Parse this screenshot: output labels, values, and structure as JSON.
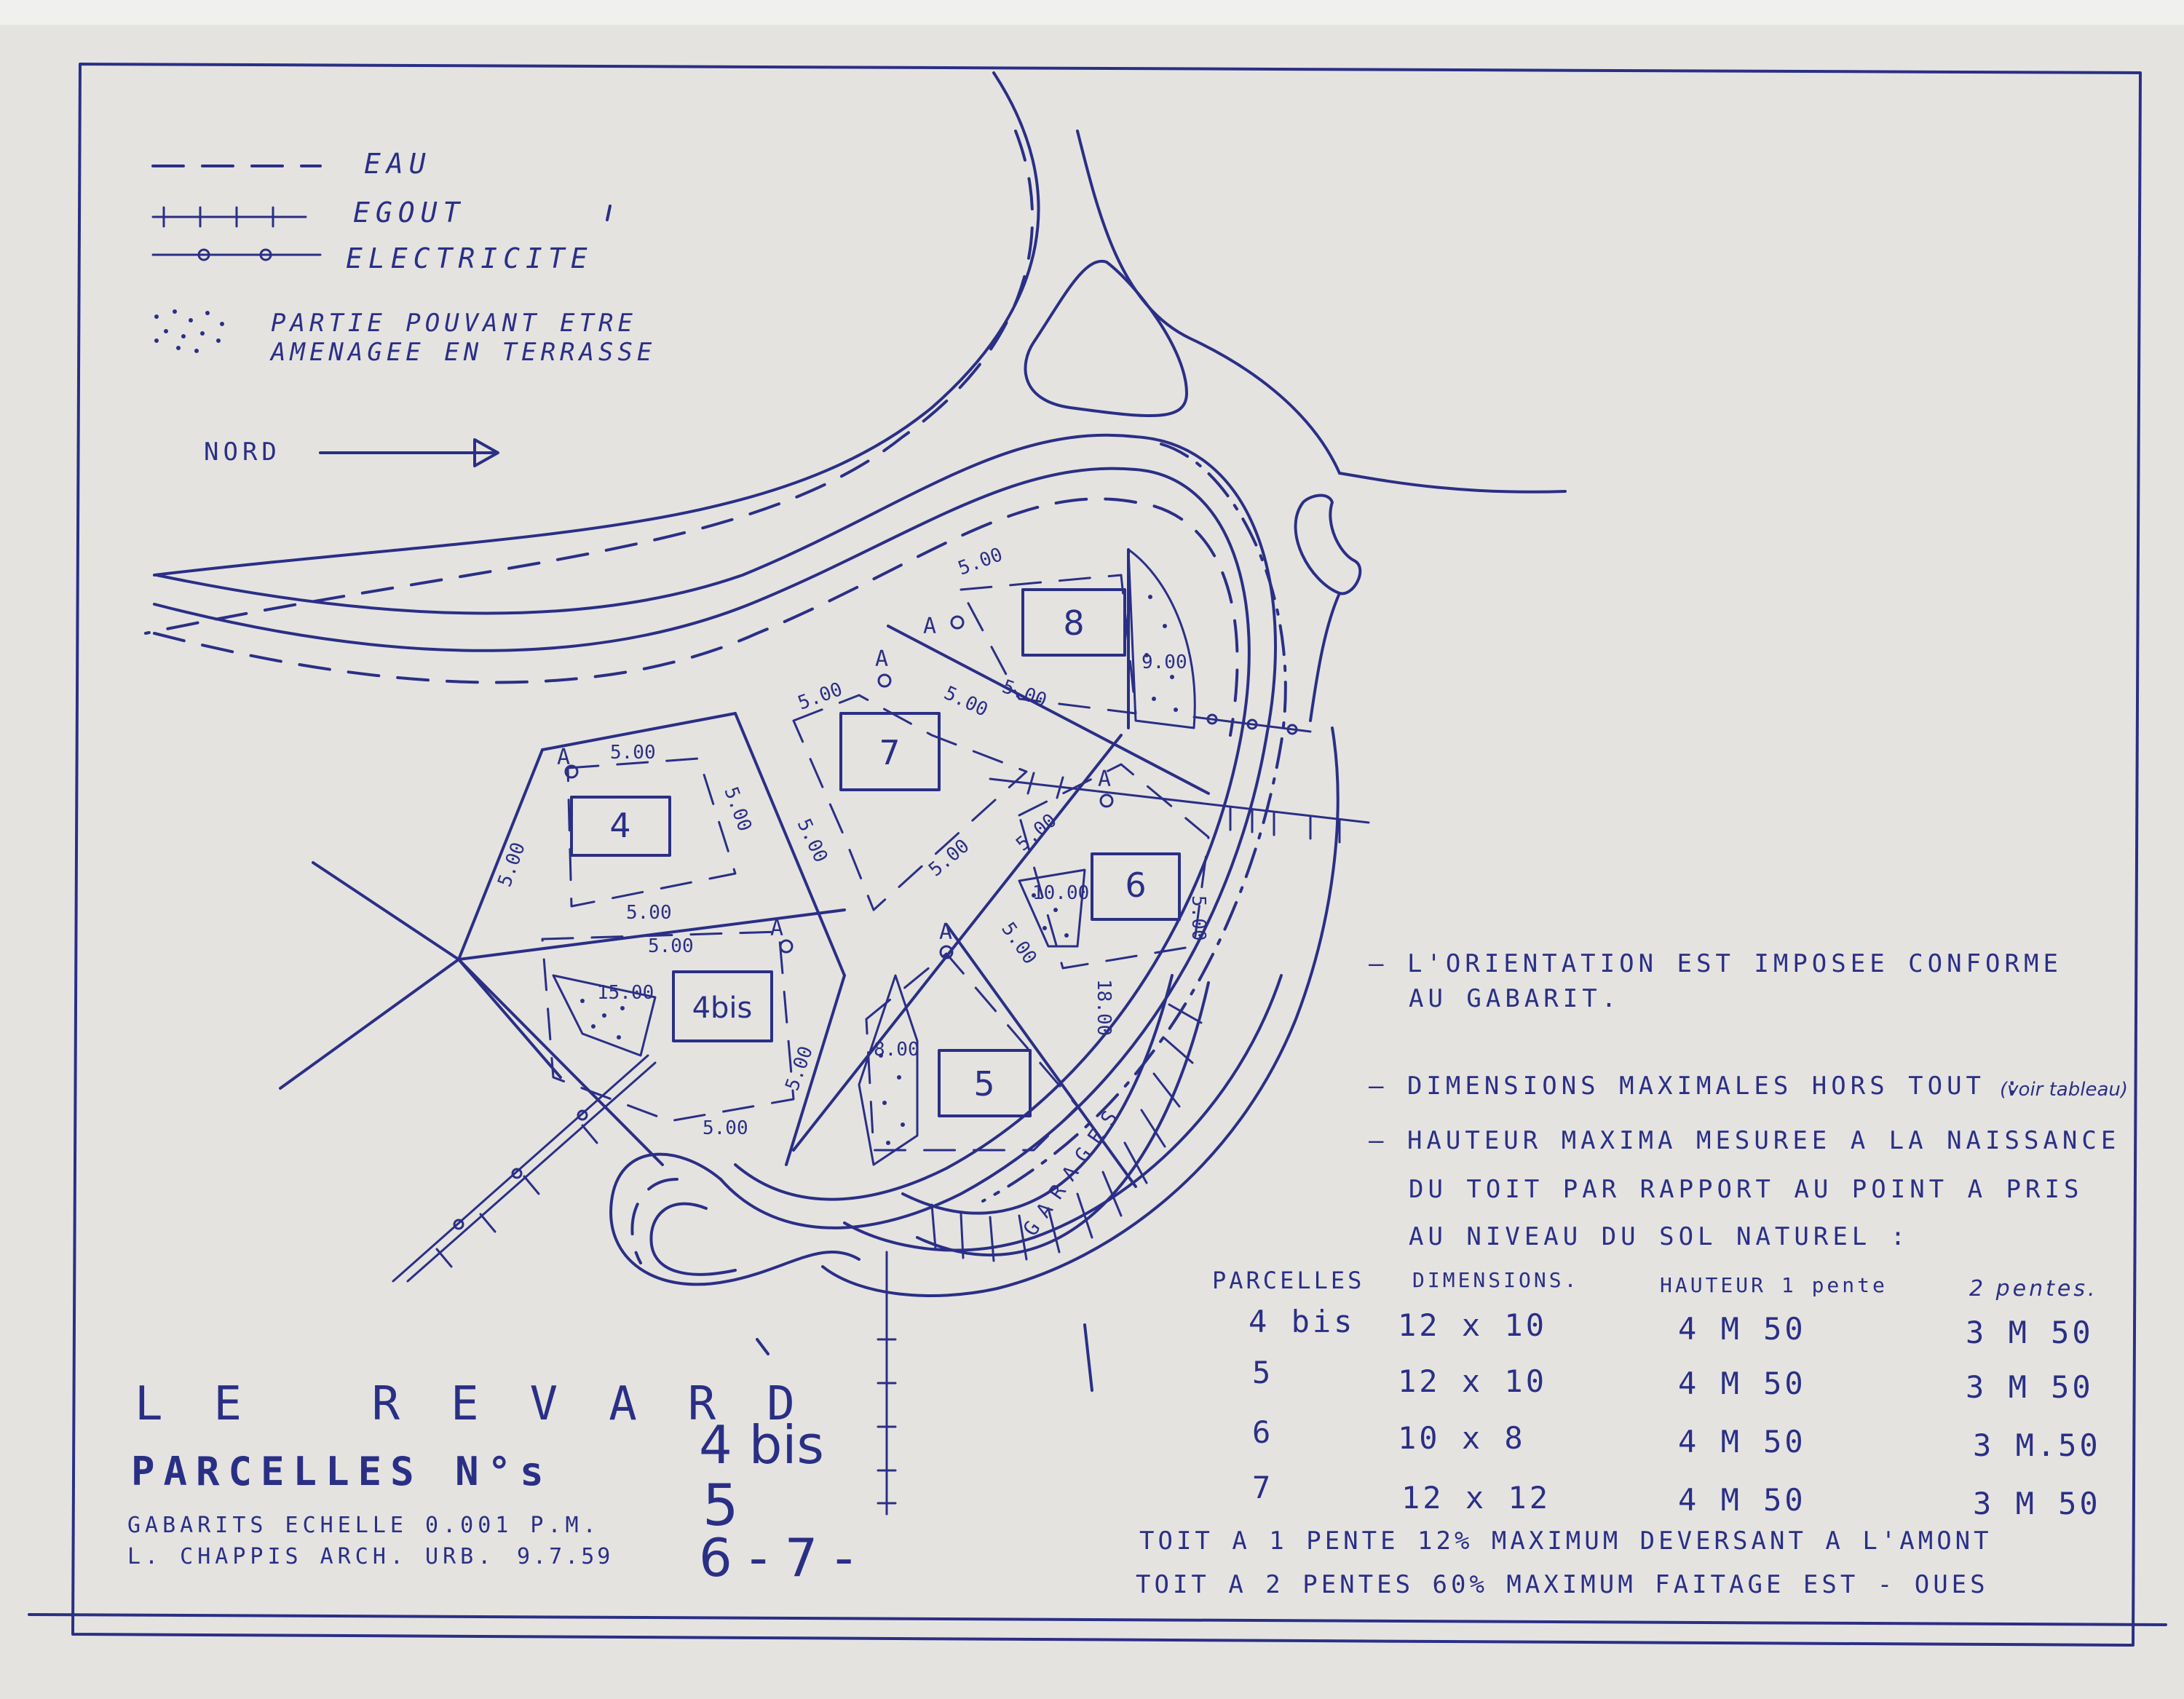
{
  "legend": {
    "eau": "EAU",
    "egout": "EGOUT",
    "electricite": "ELECTRICITE",
    "terrasse_line1": "PARTIE POUVANT ETRE",
    "terrasse_line2": "AMENAGEE EN TERRASSE"
  },
  "north": {
    "label": "NORD"
  },
  "plots": [
    {
      "id": "4",
      "label": "4"
    },
    {
      "id": "4bis",
      "label": "4bis"
    },
    {
      "id": "5",
      "label": "5"
    },
    {
      "id": "6",
      "label": "6"
    },
    {
      "id": "7",
      "label": "7"
    },
    {
      "id": "8",
      "label": "8"
    }
  ],
  "dimension_labels": {
    "setback": "5.00",
    "d_15": "15.00",
    "d_10": "10.00",
    "d_9": "9.00",
    "d_8": "8.00",
    "d_18": "18.00",
    "point_a": "A"
  },
  "garages_label": "GARAGES",
  "notes": {
    "line1": "— L'ORIENTATION EST IMPOSEE CONFORME",
    "line2": "AU GABARIT.",
    "line3": "— DIMENSIONS MAXIMALES HORS TOUT :",
    "line3_aside": "(voir tableau)",
    "line4": "— HAUTEUR MAXIMA MESUREE A LA NAISSANCE",
    "line5": "DU TOIT PAR RAPPORT AU POINT A PRIS",
    "line6": "AU NIVEAU DU SOL NATUREL :"
  },
  "table": {
    "headers": [
      "PARCELLES",
      "DIMENSIONS.",
      "HAUTEUR 1 pente",
      "2 pentes."
    ],
    "rows": [
      [
        "4 bis",
        "12 x 10",
        "4 M 50",
        "3 M 50"
      ],
      [
        "5",
        "12 x 10",
        "4 M 50",
        "3 M 50"
      ],
      [
        "6",
        "10 x 8",
        "4 M 50",
        "3 M.50"
      ],
      [
        "7",
        "12 x 12",
        "4 M 50",
        "3 M 50"
      ]
    ]
  },
  "roof_notes": {
    "line1": "TOIT A 1 PENTE 12% MAXIMUM DEVERSANT A L'AMONT",
    "line2": "TOIT A 2 PENTES 60% MAXIMUM FAITAGE EST - OUES"
  },
  "title_block": {
    "title": "LE REVARD",
    "parcelles": "PARCELLES N°s",
    "gabarits": "GABARITS ECHELLE 0.001 P.M.",
    "author": "L. CHAPPIS ARCH. URB.",
    "date": "9.7.59",
    "numbers_line1": "4 bis",
    "numbers_line2": "5",
    "numbers_line3": "6 - 7 -"
  },
  "colors": {
    "ink": "#2a2f86",
    "paper": "#e5e3e0"
  }
}
